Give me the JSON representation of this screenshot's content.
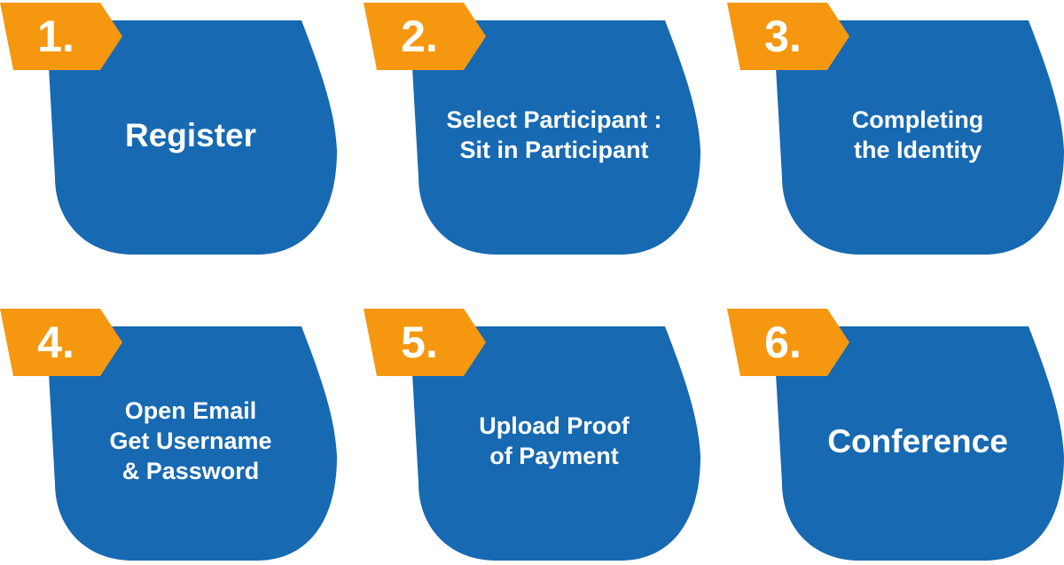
{
  "colors": {
    "card_fill": "#1769B2",
    "badge_fill": "#F5980F",
    "text": "#FFFFFF"
  },
  "steps": [
    {
      "number": "1.",
      "label": "Register"
    },
    {
      "number": "2.",
      "label": "Select Participant :\nSit in Participant"
    },
    {
      "number": "3.",
      "label": "Completing\nthe Identity"
    },
    {
      "number": "4.",
      "label": "Open Email\nGet Username\n& Password"
    },
    {
      "number": "5.",
      "label": "Upload Proof\nof Payment"
    },
    {
      "number": "6.",
      "label": "Conference"
    }
  ]
}
